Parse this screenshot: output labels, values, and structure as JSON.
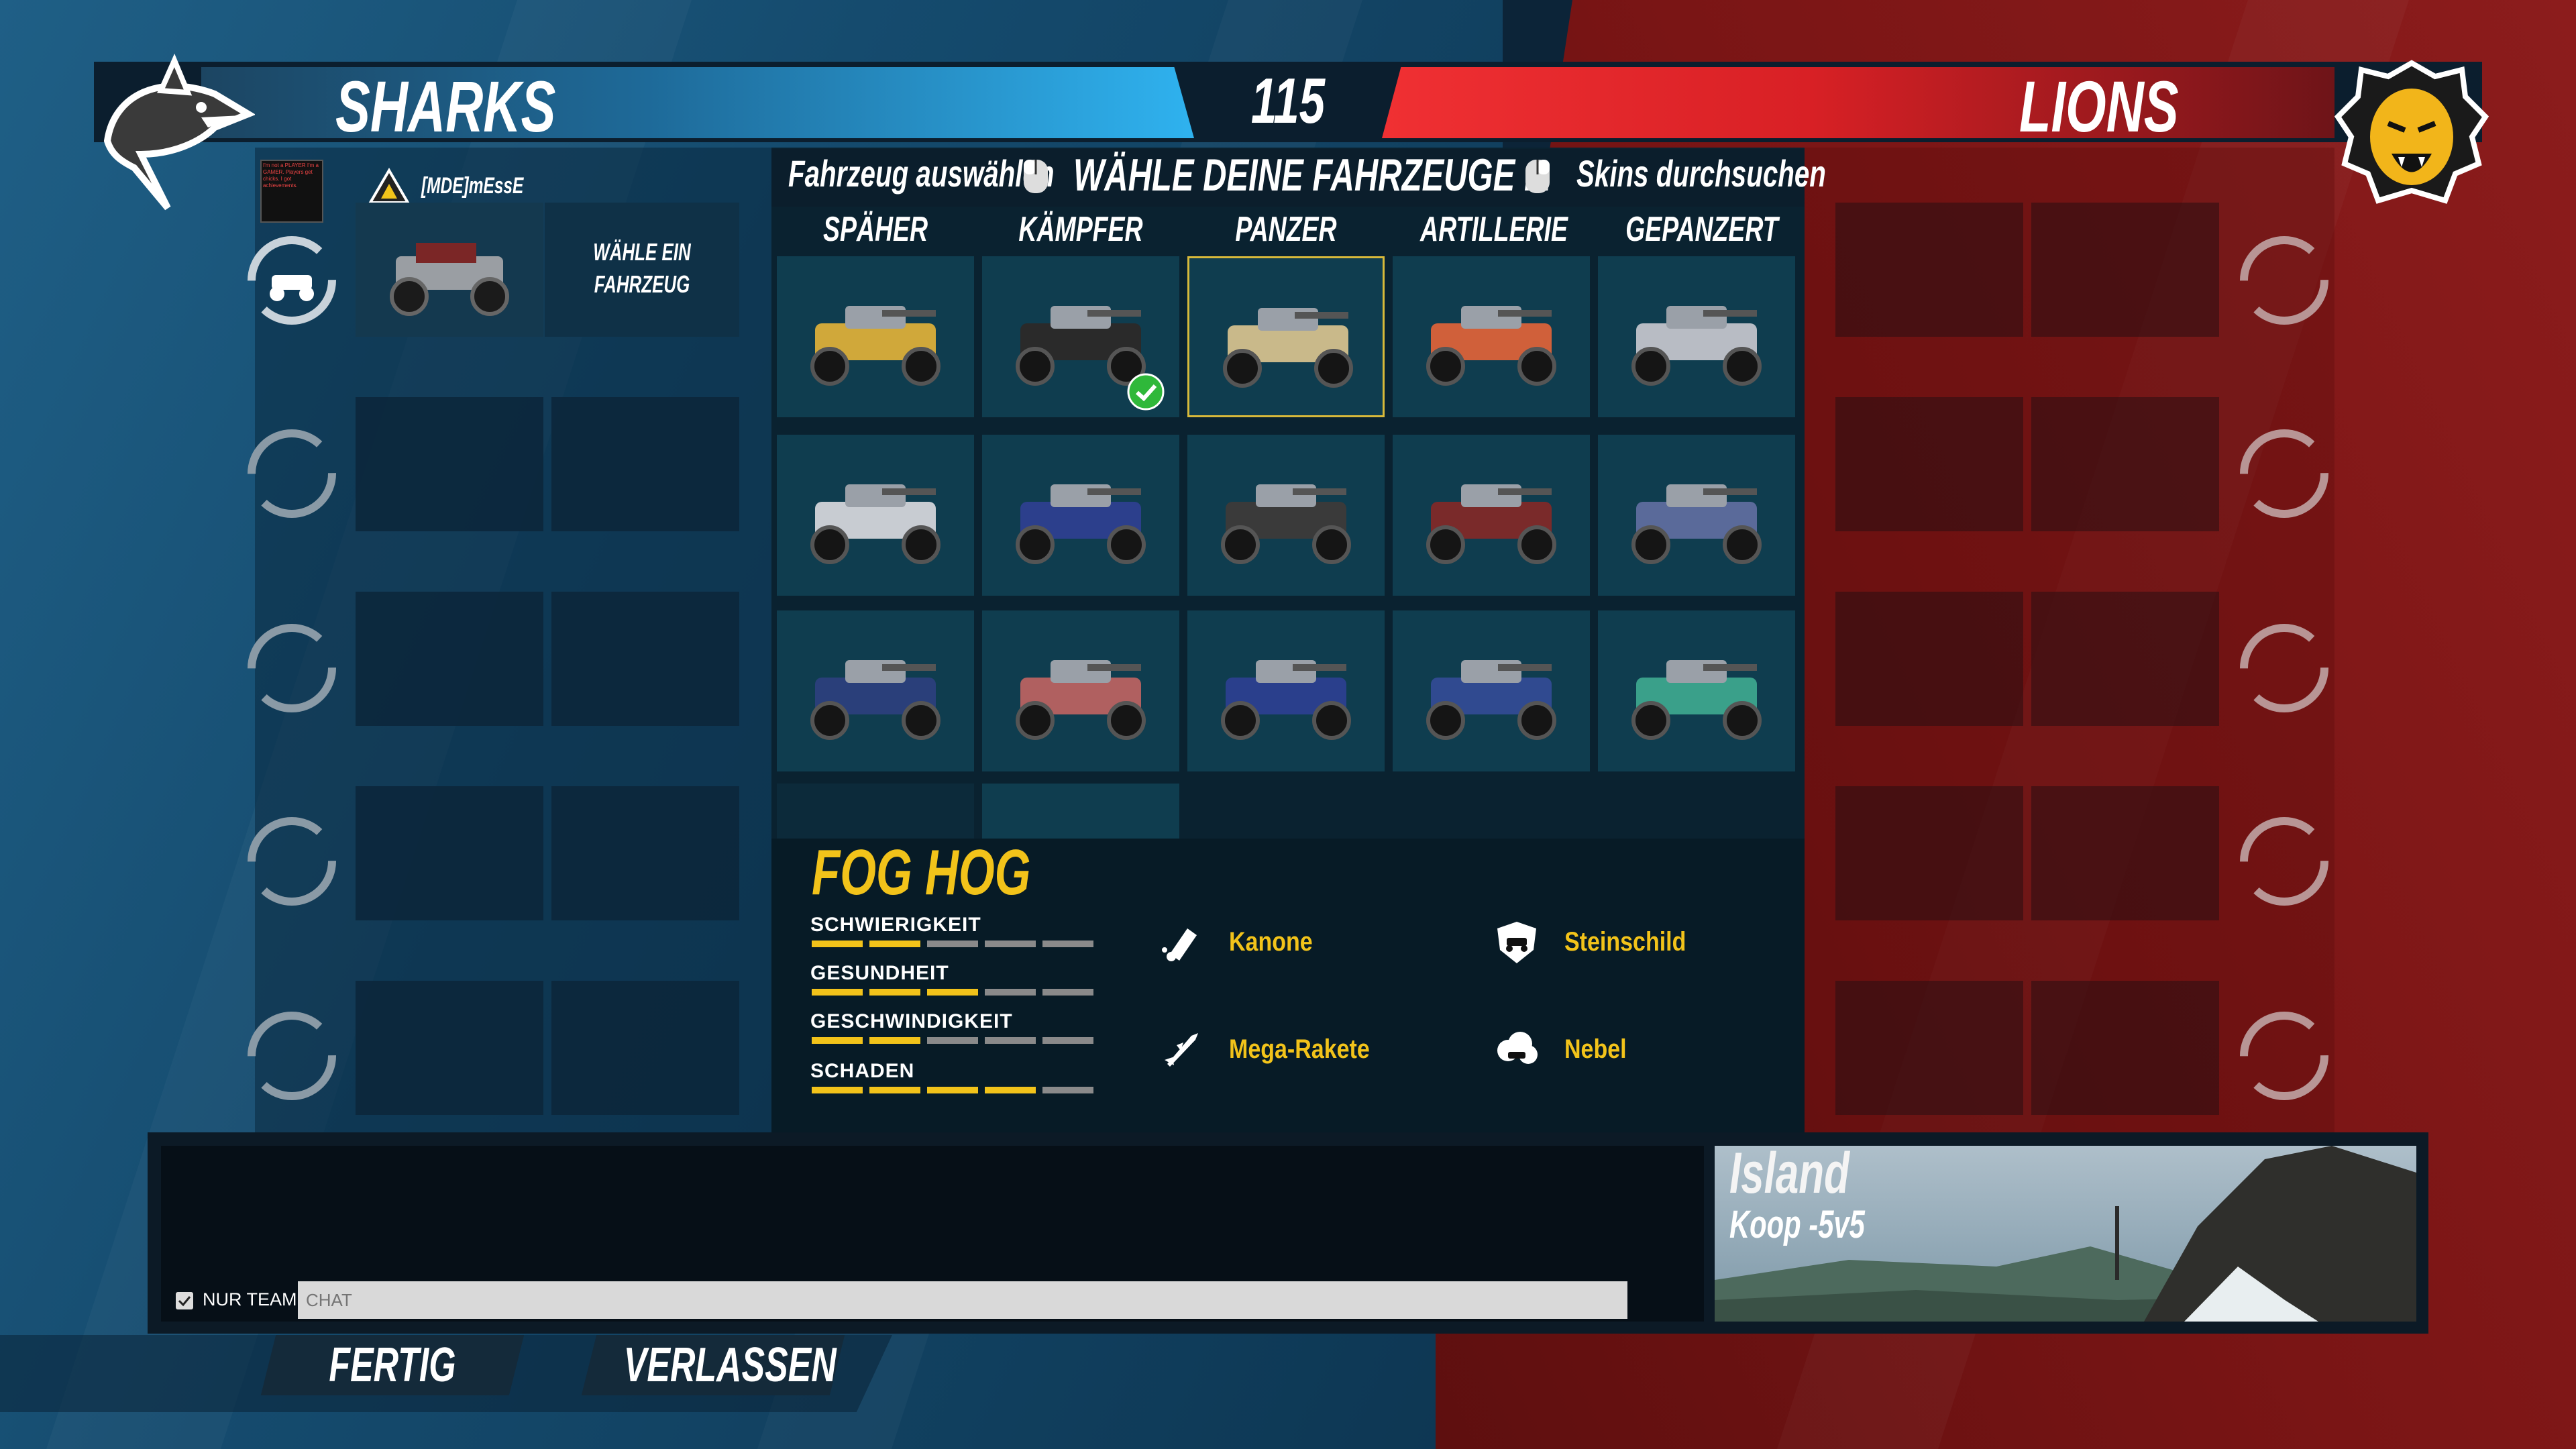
{
  "colors": {
    "team_blue": "#2fb2ef",
    "team_red": "#f03033",
    "accent_yellow": "#f2c31a",
    "selected_border": "#d8b93a",
    "bar_empty": "#8a8a8a"
  },
  "header": {
    "team_left": "SHARKS",
    "team_right": "LIONS",
    "timer": "115",
    "left_logo_icon": "shark-logo-icon",
    "right_logo_icon": "lion-logo-icon"
  },
  "player": {
    "name": "[MDE]mEssE",
    "avatar_text": "I'm not a PLAYER I'm a GAMER. Players get chicks. I got achievements.",
    "choose_vehicle": "WÄHLE EIN FAHRZEUG"
  },
  "toolbar": {
    "select_vehicle": "Fahrzeug auswählen",
    "title": "WÄHLE DEINE FAHRZEUGE ...",
    "browse_skins": "Skins durchsuchen"
  },
  "categories": [
    "SPÄHER",
    "KÄMPFER",
    "PANZER",
    "ARTILLERIE",
    "GEPANZERT"
  ],
  "vehicle": {
    "name": "FOG HOG",
    "stats": [
      {
        "label": "SCHWIERIGKEIT",
        "value": 2,
        "max": 5
      },
      {
        "label": "GESUNDHEIT",
        "value": 3,
        "max": 5
      },
      {
        "label": "GESCHWINDIGKEIT",
        "value": 2,
        "max": 5
      },
      {
        "label": "SCHADEN",
        "value": 4,
        "max": 5
      }
    ],
    "abilities": [
      {
        "label": "Kanone",
        "icon": "cannon-icon"
      },
      {
        "label": "Steinschild",
        "icon": "stone-shield-icon"
      },
      {
        "label": "Mega-Rakete",
        "icon": "mega-rocket-icon"
      },
      {
        "label": "Nebel",
        "icon": "fog-icon"
      }
    ]
  },
  "chat": {
    "team_only_label": "NUR TEAM",
    "input_placeholder": "CHAT"
  },
  "map": {
    "name": "Island",
    "mode": "Koop -5v5"
  },
  "buttons": {
    "ready": "FERTIG",
    "leave": "VERLASSEN"
  }
}
